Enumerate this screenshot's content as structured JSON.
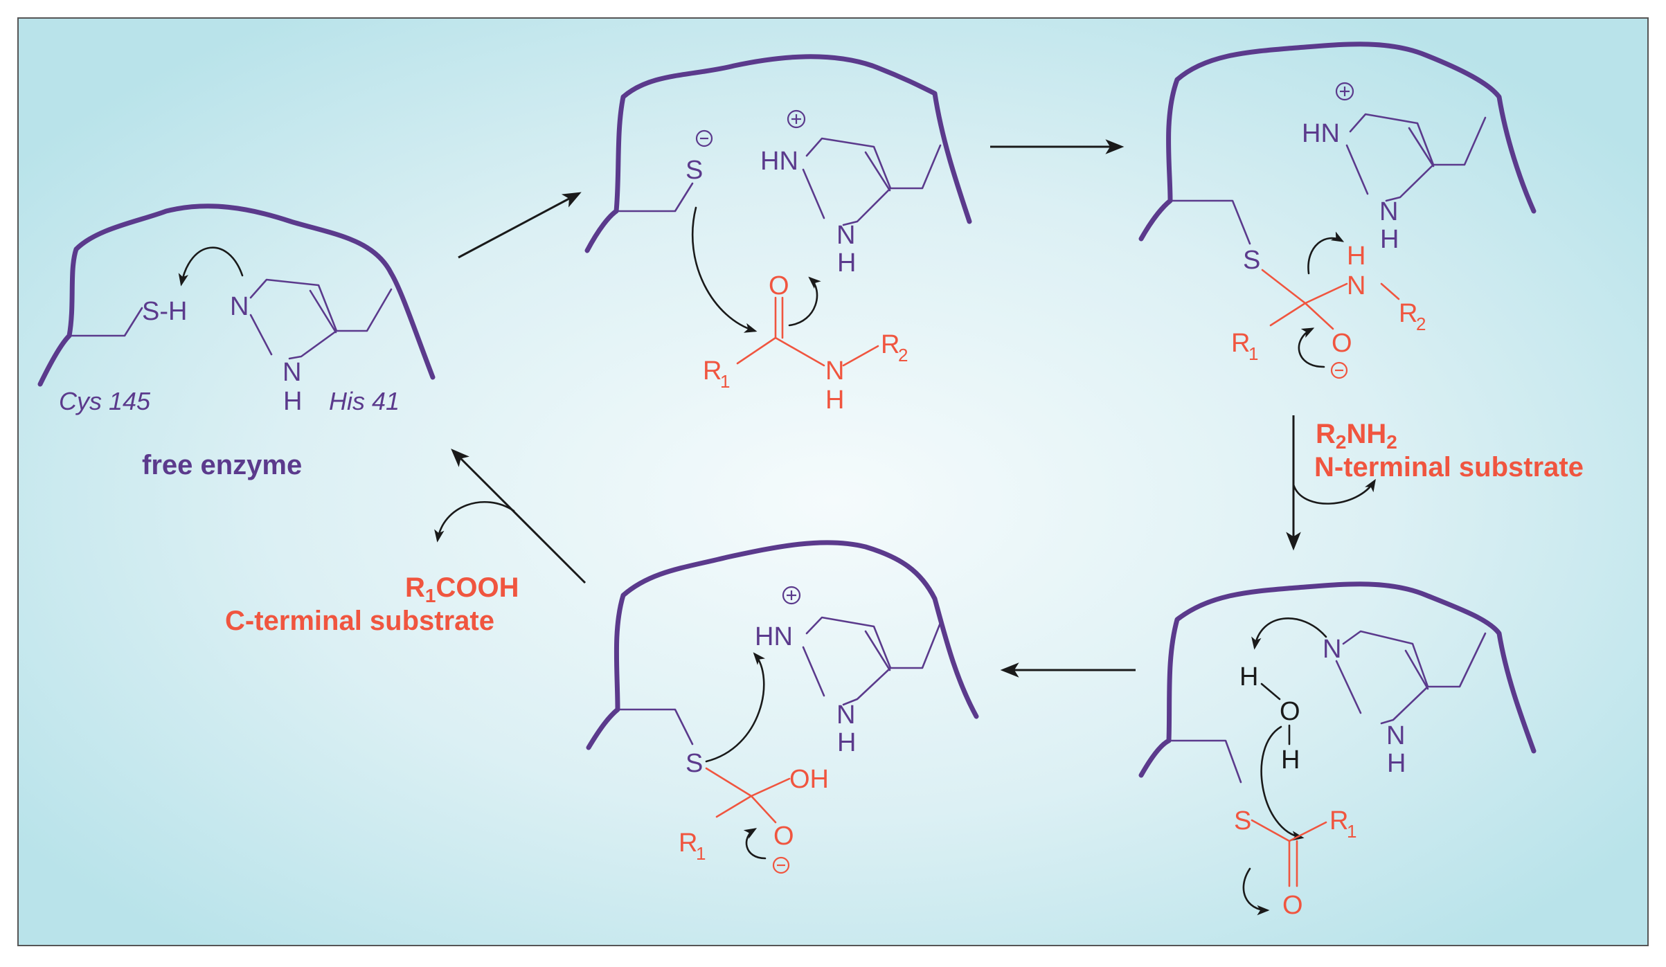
{
  "labels": {
    "cys": "Cys 145",
    "his": "His 41",
    "free_enzyme": "free enzyme",
    "n_formula_main": "R",
    "n_formula_sub1": "2",
    "n_formula_mid": "NH",
    "n_formula_sub2": "2",
    "n_terminal": "N-terminal substrate",
    "c_formula_main": "R",
    "c_formula_sub": "1",
    "c_formula_rest": "COOH",
    "c_terminal": "C-terminal substrate"
  },
  "atoms": {
    "S": "S",
    "SH": "S-H",
    "N": "N",
    "NH": "N",
    "H": "H",
    "HN": "HN",
    "O": "O",
    "OH": "OH",
    "R": "R",
    "sub1": "1",
    "sub2": "2",
    "plus": "+",
    "minus": "−"
  },
  "colors": {
    "background_light": "#f5fbfc",
    "background_dark": "#b9e3ea",
    "enzyme": "#5b3a8c",
    "substrate": "#f0553f",
    "arrows": "#1a1a1a"
  }
}
